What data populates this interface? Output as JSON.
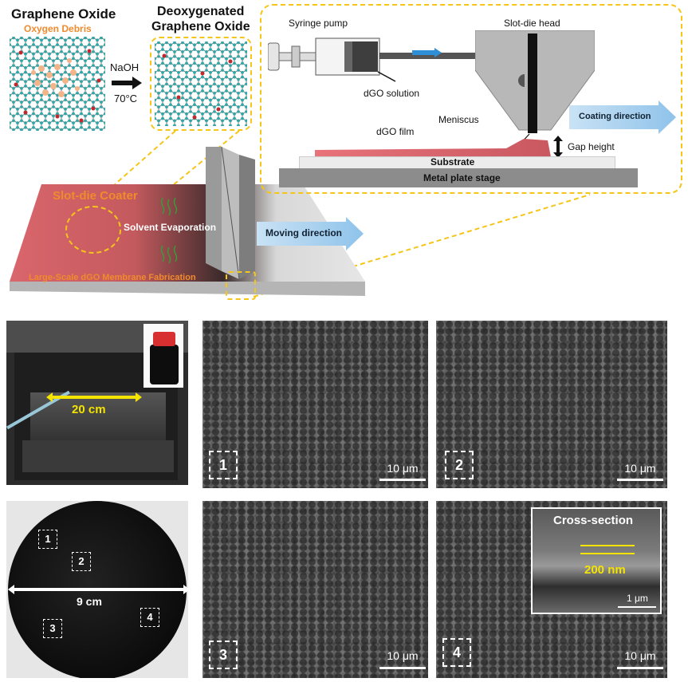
{
  "schematic": {
    "go_title": "Graphene Oxide",
    "go_subtitle": "Oxygen Debris",
    "reaction_reagent": "NaOH",
    "reaction_temp": "70°C",
    "dgo_title_line1": "Deoxygenated",
    "dgo_title_line2": "Graphene Oxide",
    "coater_label": "Slot-die Coater",
    "solvent_label": "Solvent Evaporation",
    "moving_label": "Moving direction",
    "fabrication_label": "Large-Scale dGO Membrane Fabrication"
  },
  "inset": {
    "syringe_label": "Syringe pump",
    "slotdie_label": "Slot-die head",
    "solution_label": "dGO solution",
    "film_label": "dGO film",
    "meniscus_label": "Meniscus",
    "coating_label": "Coating direction",
    "gap_label": "Gap height",
    "substrate_label": "Substrate",
    "stage_label": "Metal plate stage"
  },
  "photos": {
    "machine_width": "20 cm",
    "membrane_diameter": "9 cm",
    "membrane_spots": [
      "1",
      "2",
      "3",
      "4"
    ]
  },
  "sem_panels": [
    {
      "number": "1",
      "scale": "10 μm"
    },
    {
      "number": "2",
      "scale": "10 μm"
    },
    {
      "number": "3",
      "scale": "10 μm"
    },
    {
      "number": "4",
      "scale": "10 μm"
    }
  ],
  "cross_section": {
    "title": "Cross-section",
    "thickness": "200 nm",
    "scale": "1 μm"
  },
  "colors": {
    "accent_yellow": "#f5c518",
    "arrow_blue": "#8fc3ea",
    "film_red": "#e8737a",
    "label_orange": "#f08a2c"
  }
}
